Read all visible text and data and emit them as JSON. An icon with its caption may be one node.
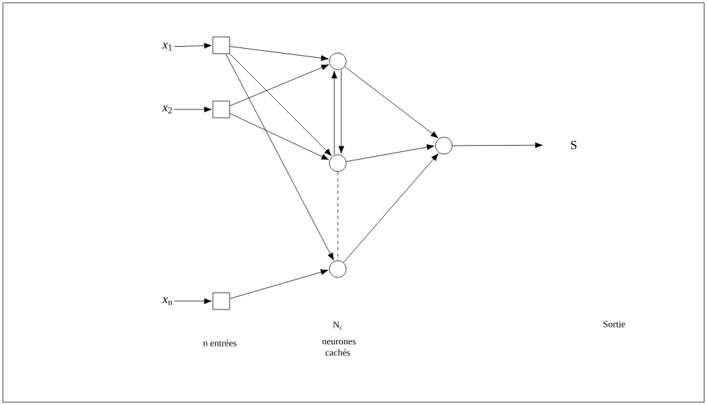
{
  "diagram": {
    "nodes": [
      {
        "text": [
          "*x*$_{1}$"
        ]
      },
      {
        "text": [
          "*x*$_{2}$"
        ]
      },
      {
        "text": [
          "*x*$_{n}$"
        ]
      },
      {
        "text": [],
        "shape": "box"
      },
      {
        "text": [],
        "shape": "box"
      },
      {
        "text": [],
        "shape": "box"
      },
      {
        "text": [],
        "shape": "circle"
      },
      {
        "text": [],
        "shape": "circle"
      },
      {
        "text": [],
        "shape": "circle"
      },
      {
        "text": [],
        "shape": "circle"
      },
      {
        "text": [
          "S"
        ]
      }
    ],
    "edges": [
      {
        "from": 0,
        "to": 3,
        "arrow": "to"
      },
      {
        "from": 1,
        "to": 4,
        "arrow": "to"
      },
      {
        "from": 2,
        "to": 5,
        "arrow": "to"
      },
      {
        "from": 3,
        "to": 6,
        "arrow": "to"
      },
      {
        "from": 3,
        "to": 7,
        "arrow": "to"
      },
      {
        "from": 3,
        "to": 8,
        "arrow": "to"
      },
      {
        "from": 4,
        "to": 6,
        "arrow": "to"
      },
      {
        "from": 4,
        "to": 7,
        "arrow": "to"
      },
      {
        "from": 5,
        "to": 8,
        "arrow": "to"
      },
      {
        "from": 7,
        "to": 6,
        "arrow": "to"
      },
      {
        "from": 6,
        "to": 7,
        "arrow": "to"
      },
      {
        "from": 7,
        "to": 8,
        "arrow": "none",
        "style": "dashed"
      },
      {
        "from": 6,
        "to": 9,
        "arrow": "to"
      },
      {
        "from": 7,
        "to": 9,
        "arrow": "to"
      },
      {
        "from": 8,
        "to": 9,
        "arrow": "to"
      },
      {
        "from": 9,
        "to": 10,
        "arrow": "to"
      }
    ],
    "labels": [
      "n entrées",
      "N$_{c}$",
      "neurones cachés",
      "Sortie"
    ]
  }
}
